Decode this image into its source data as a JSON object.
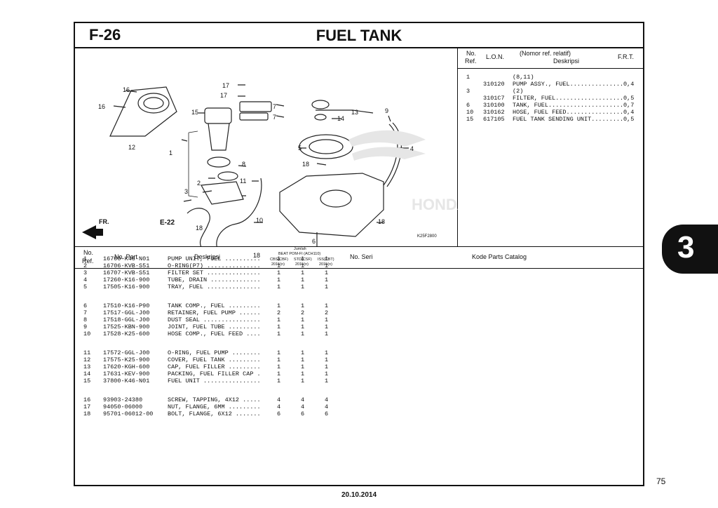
{
  "header": {
    "code": "F-26",
    "title": "FUEL TANK"
  },
  "diagram": {
    "callouts": [
      "16",
      "16",
      "12",
      "1",
      "17",
      "17",
      "7",
      "7",
      "15",
      "8",
      "2",
      "3",
      "11",
      "10",
      "18",
      "18",
      "13",
      "14",
      "9",
      "5",
      "4",
      "18",
      "6",
      "18"
    ],
    "e22_label": "E-22",
    "fr_label": "FR.",
    "ref_code": "K25F2800"
  },
  "ref_table": {
    "headers": {
      "ref_no": "No.",
      "ref_ref": "Ref.",
      "lon": "L.O.N.",
      "desc_top": "(Nomor ref. relatif)",
      "desc_bottom": "Deskripsi",
      "frt": "F.R.T."
    },
    "rows": [
      {
        "ref": "1",
        "lon": "",
        "desc": "(8,11)",
        "frt": ""
      },
      {
        "ref": "",
        "lon": "310120",
        "desc": "PUMP ASSY., FUEL...............",
        "frt": "0,4"
      },
      {
        "ref": "3",
        "lon": "",
        "desc": "(2)",
        "frt": ""
      },
      {
        "ref": "",
        "lon": "3101C7",
        "desc": "FILTER, FUEL...................",
        "frt": "0,5"
      },
      {
        "ref": "6",
        "lon": "310100",
        "desc": "TANK, FUEL.....................",
        "frt": "0,7"
      },
      {
        "ref": "10",
        "lon": "310162",
        "desc": "HOSE, FUEL FEED................",
        "frt": "0,4"
      },
      {
        "ref": "15",
        "lon": "617105",
        "desc": "FUEL TANK SENDING UNIT.........",
        "frt": "0,5"
      }
    ]
  },
  "parts_table": {
    "headers": {
      "no": "No.",
      "ref": "Ref.",
      "part": "No. Part",
      "desc": "Deskripsi",
      "jumlah": "Jumlah",
      "model": "BEAT POM-FI (ACH110)",
      "col1": "CBS(CBF)",
      "col2": "STD(CSF)",
      "col3": "ISS(CBT)",
      "yr1": "2015(n)",
      "yr2": "2015(n)",
      "yr3": "2015(n)",
      "seri": "No. Seri",
      "catalog": "Kode Parts Catalog"
    },
    "rows": [
      {
        "no": "1",
        "part": "16700-K46-N01",
        "desc": "PUMP UNIT, FUEL ..........",
        "q1": "1",
        "q2": "1",
        "q3": "1"
      },
      {
        "no": "2",
        "part": "16706-KVB-S51",
        "desc": "O-RING(P7) ...............",
        "q1": "1",
        "q2": "1",
        "q3": "1"
      },
      {
        "no": "3",
        "part": "16707-KVB-S51",
        "desc": "FILTER SET ...............",
        "q1": "1",
        "q2": "1",
        "q3": "1"
      },
      {
        "no": "4",
        "part": "17260-K16-900",
        "desc": "TUBE, DRAIN ..............",
        "q1": "1",
        "q2": "1",
        "q3": "1"
      },
      {
        "no": "5",
        "part": "17505-K16-900",
        "desc": "TRAY, FUEL ...............",
        "q1": "1",
        "q2": "1",
        "q3": "1"
      },
      {
        "no": "6",
        "part": "17510-K16-P90",
        "desc": "TANK COMP., FUEL .........",
        "q1": "1",
        "q2": "1",
        "q3": "1"
      },
      {
        "no": "7",
        "part": "17517-GGL-J00",
        "desc": "RETAINER, FUEL PUMP ......",
        "q1": "2",
        "q2": "2",
        "q3": "2"
      },
      {
        "no": "8",
        "part": "17518-GGL-J00",
        "desc": "DUST SEAL ................",
        "q1": "1",
        "q2": "1",
        "q3": "1"
      },
      {
        "no": "9",
        "part": "17525-KBN-900",
        "desc": "JOINT, FUEL TUBE .........",
        "q1": "1",
        "q2": "1",
        "q3": "1"
      },
      {
        "no": "10",
        "part": "17528-K25-600",
        "desc": "HOSE COMP., FUEL FEED ....",
        "q1": "1",
        "q2": "1",
        "q3": "1"
      },
      {
        "no": "11",
        "part": "17572-GGL-J00",
        "desc": "O-RING, FUEL PUMP ........",
        "q1": "1",
        "q2": "1",
        "q3": "1"
      },
      {
        "no": "12",
        "part": "17575-K25-900",
        "desc": "COVER, FUEL TANK .........",
        "q1": "1",
        "q2": "1",
        "q3": "1"
      },
      {
        "no": "13",
        "part": "17620-KGH-600",
        "desc": "CAP, FUEL FILLER .........",
        "q1": "1",
        "q2": "1",
        "q3": "1"
      },
      {
        "no": "14",
        "part": "17631-KEV-900",
        "desc": "PACKING, FUEL FILLER CAP .",
        "q1": "1",
        "q2": "1",
        "q3": "1"
      },
      {
        "no": "15",
        "part": "37800-K46-N01",
        "desc": "FUEL UNIT ................",
        "q1": "1",
        "q2": "1",
        "q3": "1"
      },
      {
        "no": "16",
        "part": "93903-24380",
        "desc": "SCREW, TAPPING, 4X12 .....",
        "q1": "4",
        "q2": "4",
        "q3": "4"
      },
      {
        "no": "17",
        "part": "94050-06000",
        "desc": "NUT, FLANGE, 6MM .........",
        "q1": "4",
        "q2": "4",
        "q3": "4"
      },
      {
        "no": "18",
        "part": "95701-06012-00",
        "desc": "BOLT, FLANGE, 6X12 .......",
        "q1": "6",
        "q2": "6",
        "q3": "6"
      }
    ]
  },
  "section_tab": "3",
  "page_number": "75",
  "date": "20.10.2014"
}
